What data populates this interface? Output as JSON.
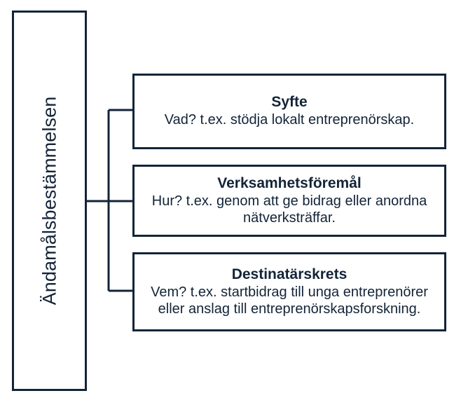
{
  "diagram": {
    "type": "tree",
    "orientation": "left-root-to-right-children",
    "colors": {
      "stroke": "#132438",
      "text": "#132438",
      "background": "#ffffff"
    },
    "root": {
      "label": "Ändamålsbestämmelsen",
      "text_orientation": "vertical-bottom-to-top"
    },
    "children": [
      {
        "title": "Syfte",
        "body": "Vad? t.ex. stödja lokalt entreprenörskap."
      },
      {
        "title": "Verksamhetsföremål",
        "body": "Hur? t.ex. genom att ge bidrag eller anordna nätverksträffar."
      },
      {
        "title": "Destinatärskrets",
        "body": "Vem? t.ex. startbidrag till unga entreprenörer eller anslag till entreprenörskapsforskning."
      }
    ]
  }
}
